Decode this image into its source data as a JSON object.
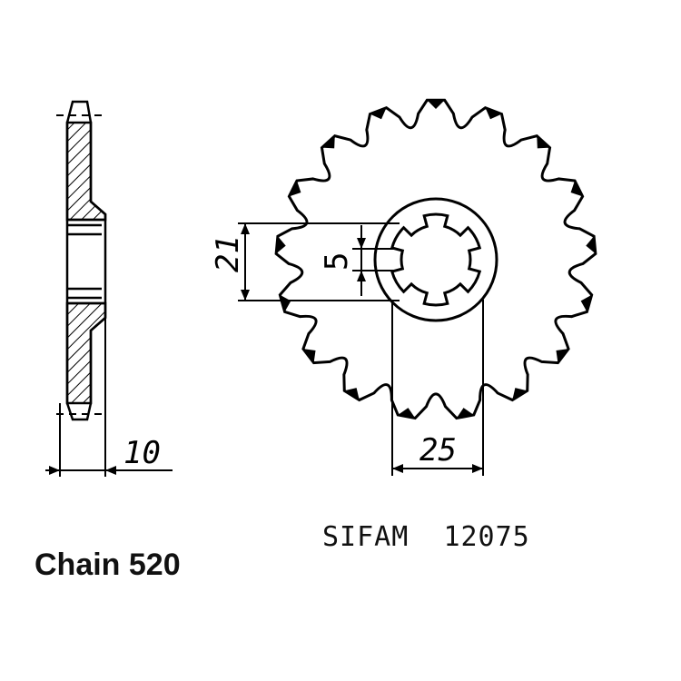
{
  "product": {
    "brand": "SIFAM",
    "part_number": "12075",
    "chain_label": "Chain 520"
  },
  "dimensions": {
    "thickness": "10",
    "inner_diameter": "25",
    "spline_height": "21",
    "spline_width": "5"
  },
  "sprocket": {
    "teeth": 17
  },
  "colors": {
    "ink": "#000000",
    "background": "#ffffff"
  }
}
